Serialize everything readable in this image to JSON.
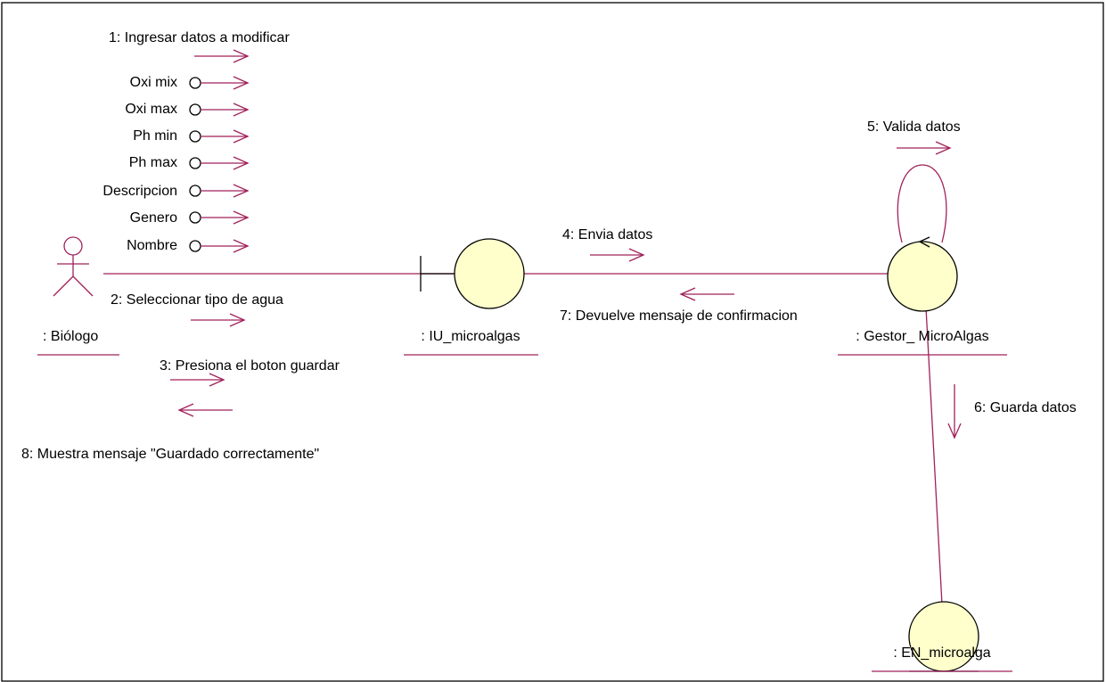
{
  "colors": {
    "line": "#a0225a",
    "object_fill": "#ffffcc",
    "object_stroke": "#000000",
    "text": "#000000",
    "background": "#ffffff"
  },
  "objects": {
    "actor": {
      "label": ": Biólogo",
      "icon": "actor-stick-figure-icon"
    },
    "boundary": {
      "label": ": IU_microalgas",
      "icon": "boundary-object-icon"
    },
    "control": {
      "label": ": Gestor_ MicroAlgas",
      "icon": "control-object-icon"
    },
    "entity": {
      "label": ": EN_microalga",
      "icon": "entity-object-icon"
    }
  },
  "messages": {
    "m1": "1: Ingresar datos a modificar",
    "m2": "2: Seleccionar tipo de agua",
    "m3": "3: Presiona el boton guardar",
    "m4": "4: Envia datos",
    "m5": "5: Valida datos",
    "m6": "6: Guarda datos",
    "m7": "7: Devuelve mensaje de confirmacion",
    "m8": "8: Muestra mensaje \"Guardado correctamente\""
  },
  "data_flows": [
    "Oxi mix",
    "Oxi max",
    "Ph min",
    "Ph max",
    "Descripcion",
    "Genero",
    "Nombre"
  ]
}
